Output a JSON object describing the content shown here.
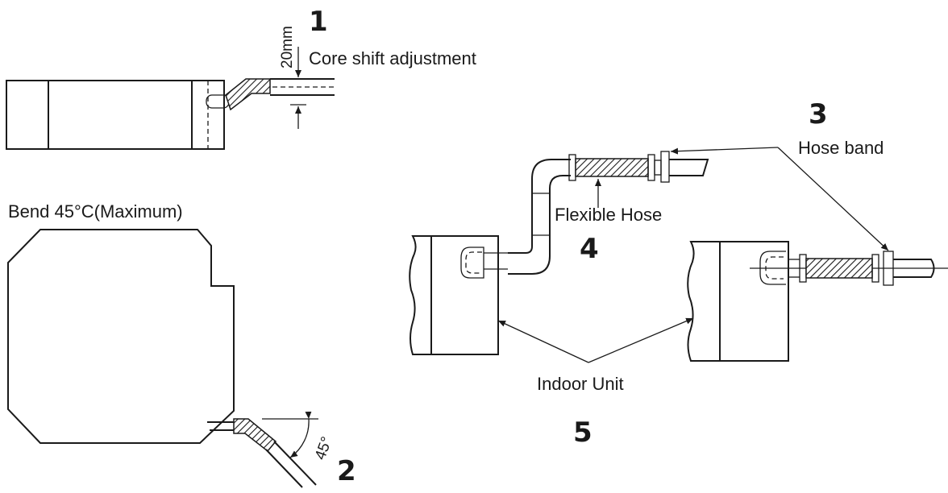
{
  "labels": {
    "core_shift": "Core shift adjustment",
    "dimension": "20mm",
    "bend": "Bend 45°C(Maximum)",
    "angle": "45°",
    "hose_band": "Hose band",
    "flexible_hose": "Flexible Hose",
    "indoor_unit": "Indoor Unit"
  },
  "numbers": {
    "n1": "1",
    "n2": "2",
    "n3": "3",
    "n4": "4",
    "n5": "5"
  }
}
